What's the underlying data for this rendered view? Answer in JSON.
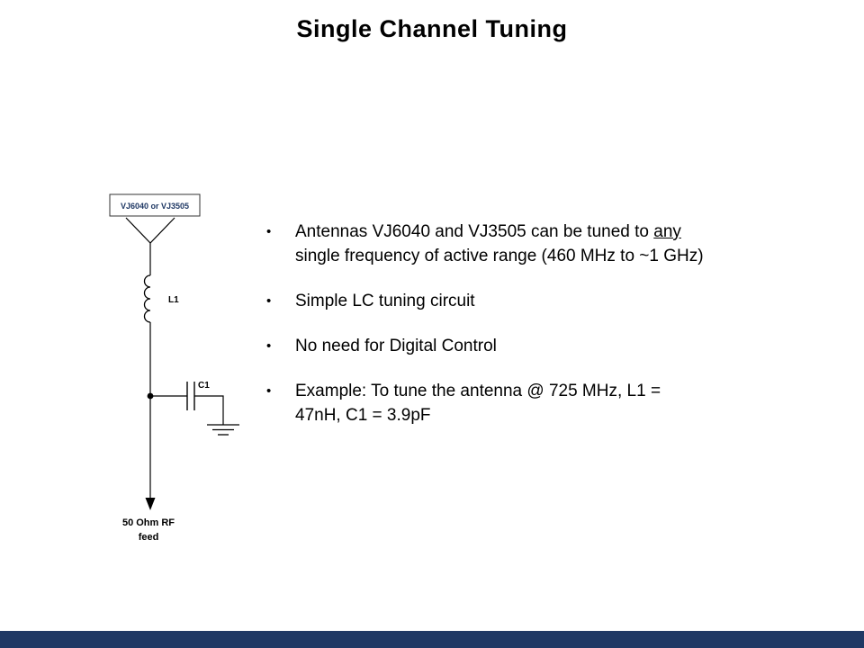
{
  "title": "Single Channel Tuning",
  "bullet_char": "•",
  "bullets": [
    {
      "line1_pre": "Antennas VJ6040 and VJ3505 can be tuned to ",
      "line1_underlined": "any",
      "line2": "single frequency of active range (460 MHz to ~1 GHz)"
    },
    {
      "line1": "Simple LC tuning circuit"
    },
    {
      "line1": "No need for Digital Control"
    },
    {
      "line1": "Example: To tune the antenna @ 725 MHz, L1 =",
      "line2": "47nH, C1 = 3.9pF"
    }
  ],
  "circuit": {
    "antenna_box_label": "VJ6040 or VJ3505",
    "inductor_label": "L1",
    "capacitor_label": "C1",
    "feed_label_line1": "50 Ohm RF",
    "feed_label_line2": "feed"
  },
  "colors": {
    "footer_bar": "#1f3864",
    "antenna_box_text": "#1f3864",
    "wire": "#000000"
  }
}
